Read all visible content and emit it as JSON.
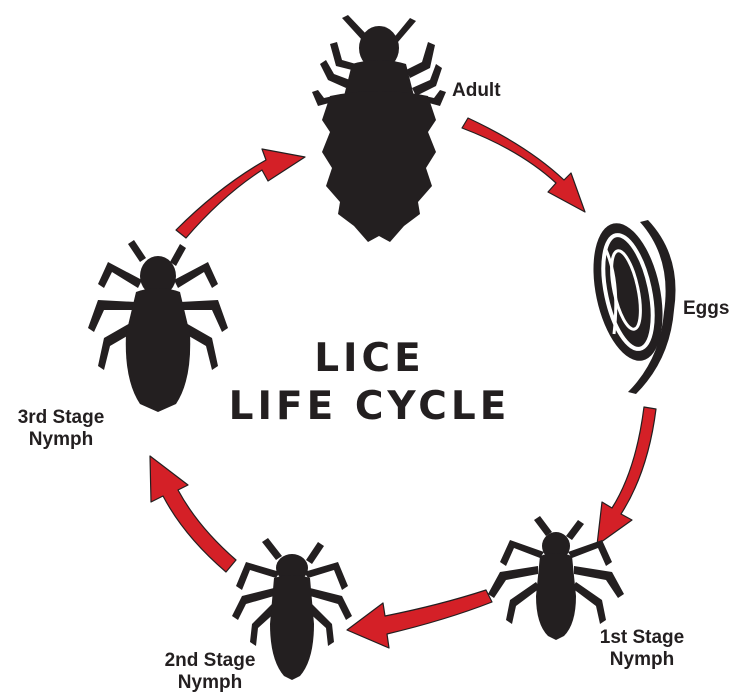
{
  "title": {
    "line1": "LICE",
    "line2": "LIFE CYCLE"
  },
  "stages": {
    "adult": "Adult",
    "eggs": "Eggs",
    "nymph1": {
      "line1": "1st Stage",
      "line2": "Nymph"
    },
    "nymph2": {
      "line1": "2nd Stage",
      "line2": "Nymph"
    },
    "nymph3": {
      "line1": "3rd Stage",
      "line2": "Nymph"
    }
  },
  "colors": {
    "arrow": "#d42027",
    "arrow_outline": "#231f20",
    "silhouette": "#231f20",
    "text": "#231f20"
  },
  "icons": [
    "adult-louse-icon",
    "eggs-icon",
    "first-stage-nymph-icon",
    "second-stage-nymph-icon",
    "third-stage-nymph-icon",
    "cycle-arrow-icon"
  ]
}
